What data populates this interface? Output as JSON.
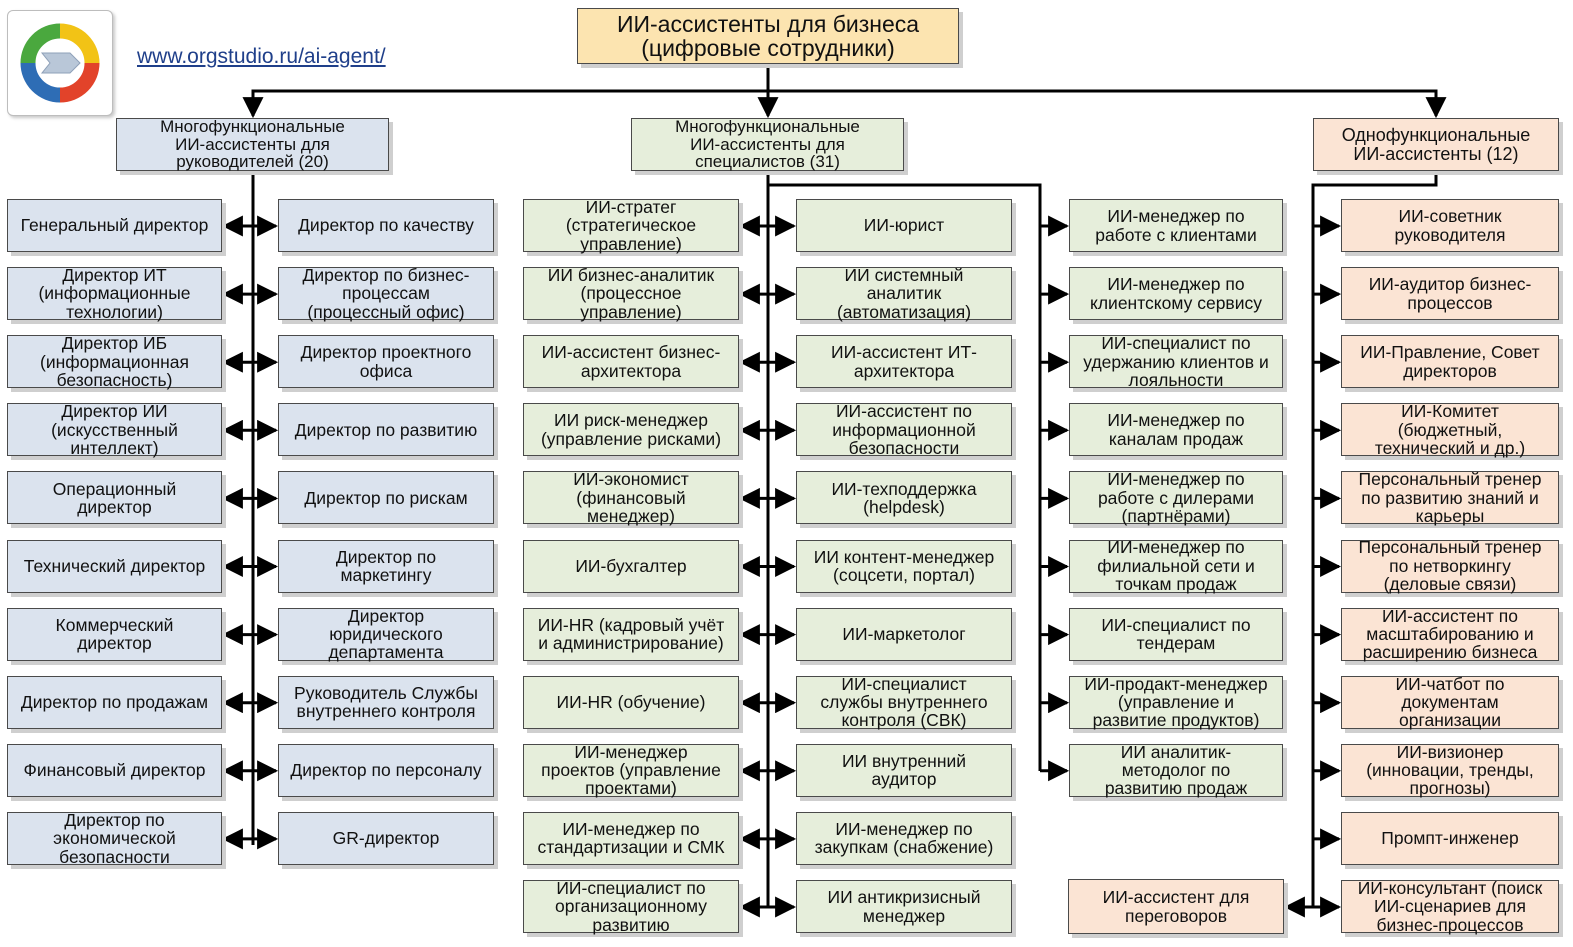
{
  "header": {
    "website": "www.orgstudio.ru/ai-agent/",
    "title": "ИИ-ассистенты для бизнеса\n(цифровые сотрудники)"
  },
  "categories": {
    "managers": "Многофункциональные\nИИ-ассистенты для\nруководителей (20)",
    "specialists": "Многофункциональные\nИИ-ассистенты для\nспециалистов (31)",
    "single": "Однофункциональные\nИИ-ассистенты (12)"
  },
  "managers_left": [
    "Генеральный директор",
    "Директор ИТ\n(информационные\nтехнологии)",
    "Директор ИБ\n(информационная\nбезопасность)",
    "Директор ИИ\n(искусственный\nинтеллект)",
    "Операционный\nдиректор",
    "Технический директор",
    "Коммерческий\nдиректор",
    "Директор по продажам",
    "Финансовый директор",
    "Директор по\nэкономической\nбезопасности"
  ],
  "managers_right": [
    "Директор по качеству",
    "Директор по бизнес-\nпроцессам\n(процессный офис)",
    "Директор проектного\nофиса",
    "Директор по развитию",
    "Директор по рискам",
    "Директор по\nмаркетингу",
    "Директор\nюридического\nдепартамента",
    "Руководитель Службы\nвнутреннего контроля",
    "Директор по персоналу",
    "GR-директор"
  ],
  "specialists_col1": [
    "ИИ-стратег\n(стратегическое\nуправление)",
    "ИИ бизнес-аналитик\n(процессное\nуправление)",
    "ИИ-ассистент бизнес-\nархитектора",
    "ИИ риск-менеджер\n(управление рисками)",
    "ИИ-экономист\n(финансовый\nменеджер)",
    "ИИ-бухгалтер",
    "ИИ-HR (кадровый учёт\nи администрирование)",
    "ИИ-HR (обучение)",
    "ИИ-менеджер\nпроектов (управление\nпроектами)",
    "ИИ-менеджер по\nстандартизации и СМК",
    "ИИ-специалист по\nорганизационному\nразвитию"
  ],
  "specialists_col2": [
    "ИИ-юрист",
    "ИИ системный\nаналитик\n(автоматизация)",
    "ИИ-ассистент ИТ-\nархитектора",
    "ИИ-ассистент по\nинформационной\nбезопасности",
    "ИИ-техподдержка\n(helpdesk)",
    "ИИ контент-менеджер\n(соцсети, портал)",
    "ИИ-маркетолог",
    "ИИ-специалист\nслужбы внутреннего\nконтроля (СВК)",
    "ИИ внутренний\nаудитор",
    "ИИ-менеджер по\nзакупкам (снабжение)",
    "ИИ антикризисный\nменеджер"
  ],
  "specialists_col3": [
    "ИИ-менеджер по\nработе с клиентами",
    "ИИ-менеджер по\nклиентскому сервису",
    "ИИ-специалист по\nудержанию клиентов и\nлояльности",
    "ИИ-менеджер по\nканалам продаж",
    "ИИ-менеджер по\nработе с дилерами\n(партнёрами)",
    "ИИ-менеджер по\nфилиальной сети и\nточкам продаж",
    "ИИ-специалист по\nтендерам",
    "ИИ-продакт-менеджер\n(управление и\nразвитие продуктов)",
    "ИИ аналитик-\nметодолог по\nразвитию продаж"
  ],
  "single_items": [
    "ИИ-советник\nруководителя",
    "ИИ-аудитор бизнес-\nпроцессов",
    "ИИ-Правление, Совет\nдиректоров",
    "ИИ-Комитет\n(бюджетный,\nтехнический и др.)",
    "Персональный тренер\nпо развитию знаний и\nкарьеры",
    "Персональный тренер\nпо нетворкингу\n(деловые связи)",
    "ИИ-ассистент по\nмасштабированию и\nрасширению бизнеса",
    "ИИ-чатбот по\nдокументам\nорганизации",
    "ИИ-визионер\n(инновации, тренды,\nпрогнозы)",
    "Промпт-инженер",
    "ИИ-консультант (поиск\nИИ-сценариев для\nбизнес-процессов"
  ],
  "single_extra": "ИИ-ассистент для\nпереговоров",
  "colors": {
    "root": "#fce4b0",
    "managers": "#dbe3ee",
    "specialists": "#e6eedb",
    "single": "#fbe4d4",
    "logo": [
      "#4aa83e",
      "#f2c316",
      "#e2432a",
      "#2e6db5"
    ]
  }
}
